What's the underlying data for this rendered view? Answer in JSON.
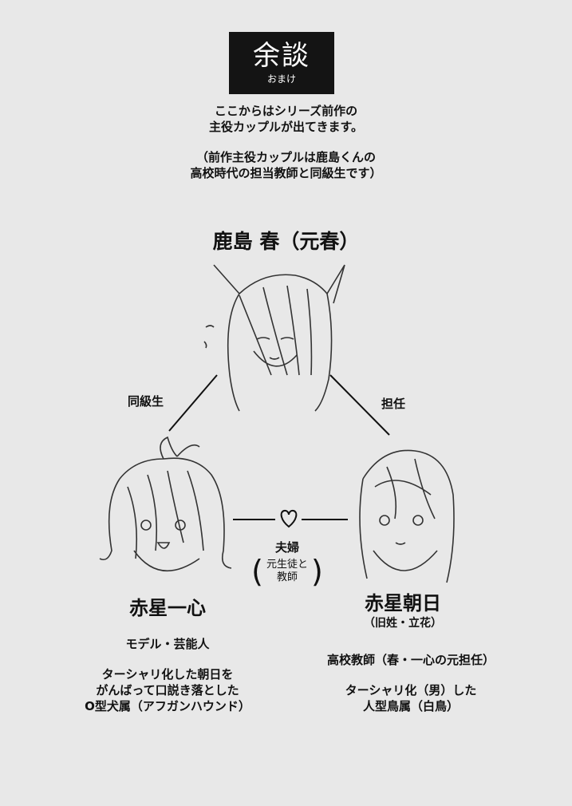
{
  "header": {
    "title": "余談",
    "subtitle": "おまけ"
  },
  "intro": {
    "line1": "ここからはシリーズ前作の",
    "line2": "主役カップルが出てきます。",
    "line3": "（前作主役カップルは鹿島くんの",
    "line4": "高校時代の担当教師と同級生です）"
  },
  "characters": {
    "top": {
      "name": "鹿島 春（元春）"
    },
    "left": {
      "name": "赤星一心",
      "role": "モデル・芸能人",
      "desc1": "ターシャリ化した朝日を",
      "desc2": "がんばって口説き落とした",
      "desc3": "O型犬属（アフガンハウンド）"
    },
    "right": {
      "name": "赤星朝日",
      "former": "（旧姓・立花）",
      "role": "高校教師（春・一心の元担任）",
      "desc1": "ターシャリ化（男）した",
      "desc2": "人型鳥属（白鳥）"
    }
  },
  "relations": {
    "classmate": "同級生",
    "homeroom": "担任",
    "couple": "夫婦",
    "couple_note1": "元生徒と",
    "couple_note2": "教師"
  }
}
